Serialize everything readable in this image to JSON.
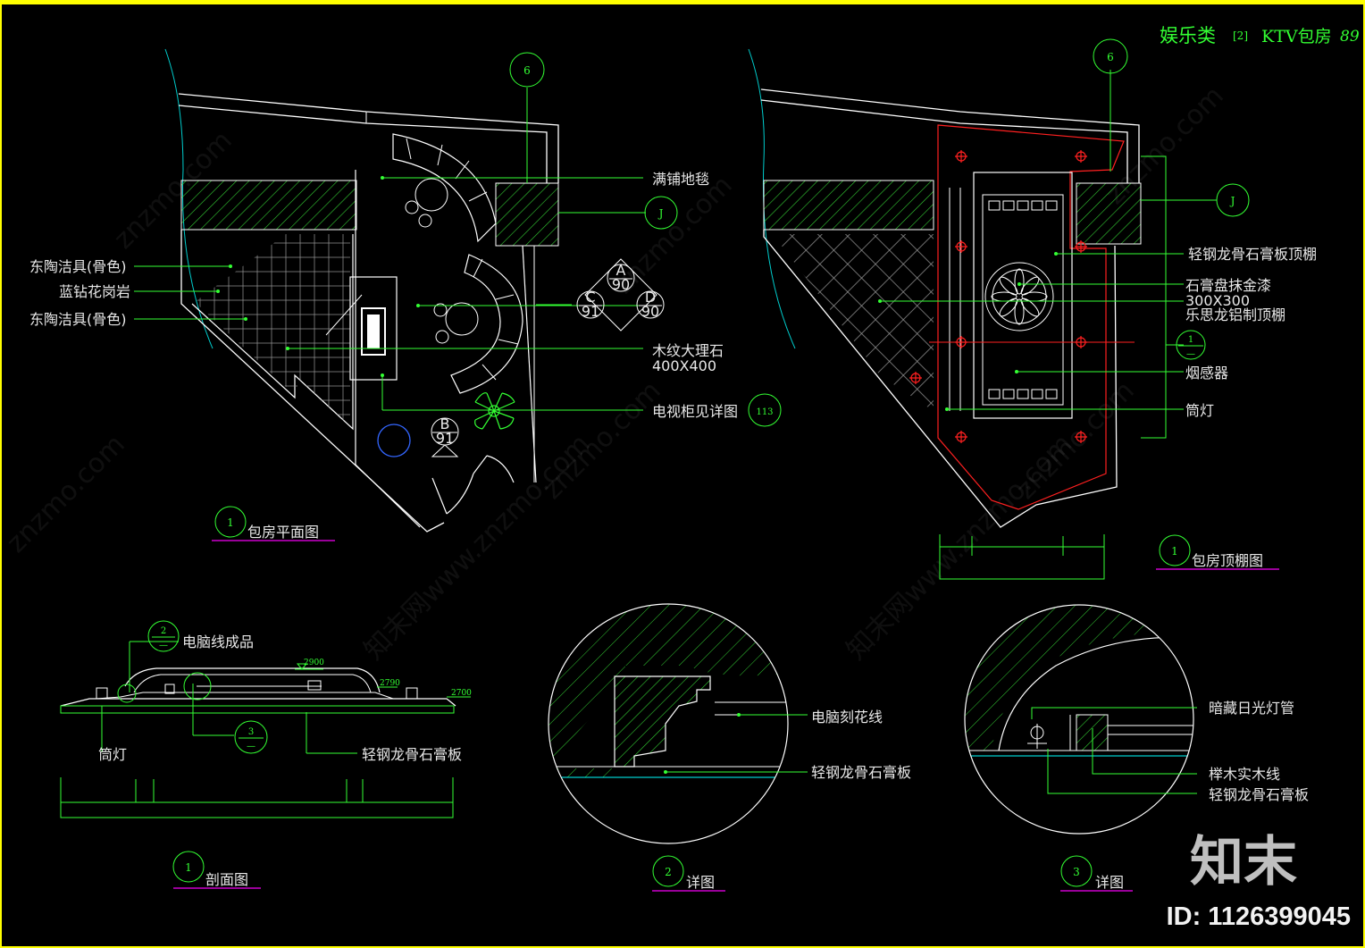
{
  "header": {
    "category": "娱乐类",
    "index": "[2]",
    "subject": "KTV包房",
    "page": "89"
  },
  "drawings": {
    "plan": {
      "num": "1",
      "title": "包房平面图"
    },
    "ceiling": {
      "num": "1",
      "title": "包房顶棚图"
    },
    "section": {
      "num": "1",
      "title": "剖面图"
    },
    "detail2": {
      "num": "2",
      "title": "详图"
    },
    "detail3": {
      "num": "3",
      "title": "详图"
    }
  },
  "markers": {
    "grid_6a": "6",
    "grid_6b": "6",
    "grid_ja": "J",
    "grid_jb": "J",
    "tv_ref": "113",
    "elev_a": "A",
    "elev_a_sheet": "90",
    "elev_c": "C",
    "elev_c_sheet": "91",
    "elev_d": "D",
    "elev_d_sheet": "90",
    "elev_b": "B",
    "elev_b_sheet": "91",
    "sec_ref_num": "1",
    "sec_ref_sheet": "—",
    "det2_num": "2",
    "det2_sheet": "—",
    "det3_num": "3",
    "det3_sheet": "—"
  },
  "plan_labels": {
    "left1": "东陶洁具(骨色)",
    "left2": "蓝钻花岗岩",
    "left3": "东陶洁具(骨色)",
    "carpet": "满铺地毯",
    "marble": "木纹大理石",
    "marble_size": "400X400",
    "tv": "电视柜见详图"
  },
  "ceiling_labels": {
    "gypsum": "轻钢龙骨石膏板顶棚",
    "gold": "石膏盘抹金漆",
    "size": "300X300",
    "aluminum": "乐思龙铝制顶棚",
    "smoke": "烟感器",
    "downlight": "筒灯"
  },
  "section_labels": {
    "cable": "电脑线成品",
    "downlight": "筒灯",
    "gypsum": "轻钢龙骨石膏板",
    "lv1": "2900",
    "lv2": "2790",
    "lv3": "2700"
  },
  "detail2_labels": {
    "carve": "电脑刻花线",
    "gypsum": "轻钢龙骨石膏板"
  },
  "detail3_labels": {
    "lamp": "暗藏日光灯管",
    "wood": "榉木实木线",
    "gypsum": "轻钢龙骨石膏板"
  },
  "watermark": {
    "site": "znzmo.com",
    "brand": "知末网www.znzmo.com",
    "logo": "知末",
    "id": "ID: 1126399045"
  },
  "colors": {
    "frame": "#ffff00",
    "lines": "#ffffff",
    "annot": "#33ff33",
    "red": "#ff2020",
    "cyan": "#00ffff",
    "magenta": "#cc00cc"
  }
}
